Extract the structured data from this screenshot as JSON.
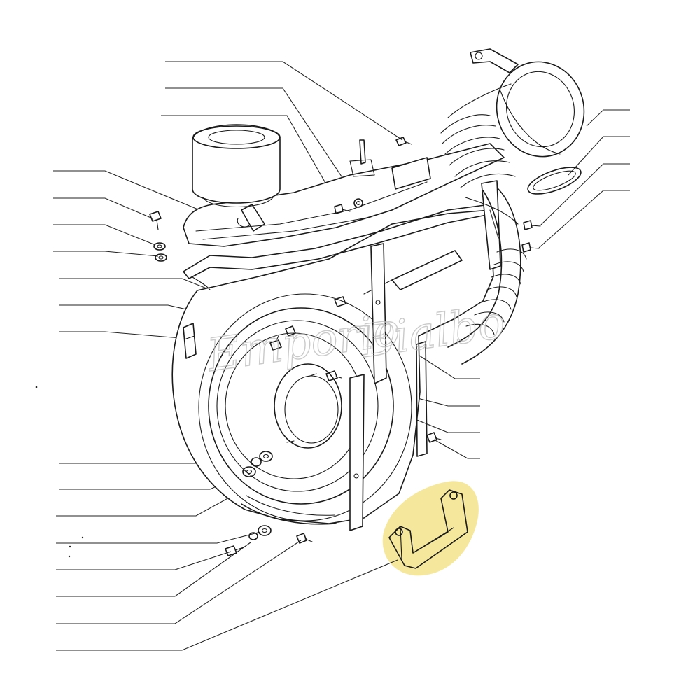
{
  "diagram": {
    "watermark": {
      "text": "Emporio Bialbo",
      "style": "handwritten-logo"
    },
    "highlight": {
      "color": "#f3e38a",
      "part": "mounting-bracket"
    },
    "colors": {
      "line": "#1a1a1a",
      "background": "#ffffff",
      "watermark": "#b9b9b9"
    },
    "callout_count": 24
  }
}
